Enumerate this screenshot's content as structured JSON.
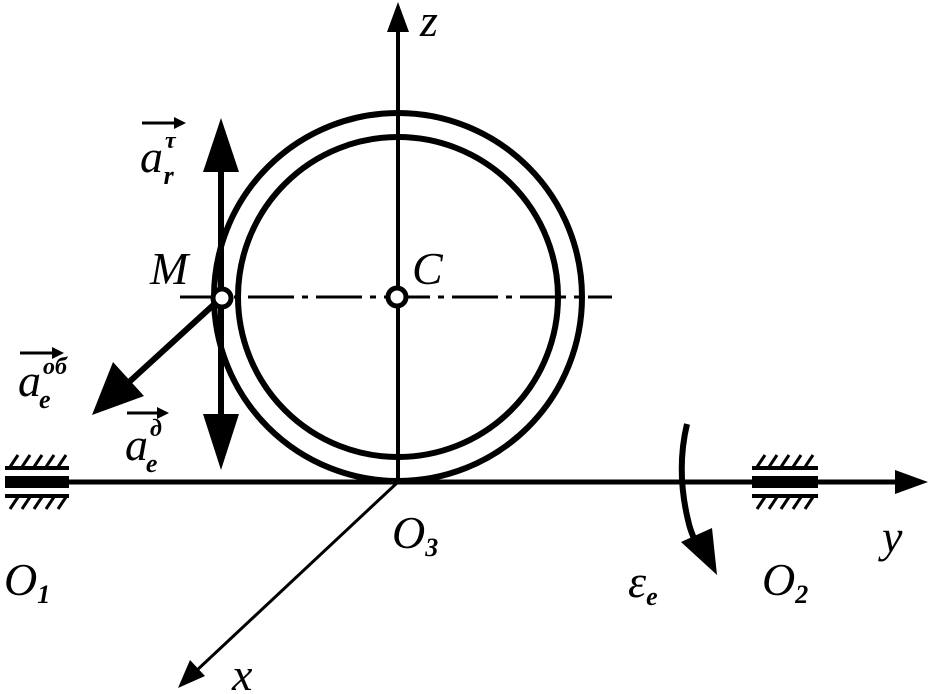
{
  "diagram": {
    "axes": {
      "z": "z",
      "y": "y",
      "x": "x"
    },
    "points": {
      "M": "M",
      "C": "C",
      "O1": {
        "main": "O",
        "sub": "1"
      },
      "O2": {
        "main": "O",
        "sub": "2"
      },
      "O3": {
        "main": "O",
        "sub": "3"
      }
    },
    "vectors": {
      "a_r_tau": {
        "main": "a",
        "sub": "r",
        "sup": "τ"
      },
      "a_e_ob": {
        "main": "a",
        "sub": "e",
        "sup": "об"
      },
      "a_e_d": {
        "main": "a",
        "sub": "e",
        "sup": "д"
      },
      "epsilon_e": {
        "main": "ε",
        "sub": "e"
      }
    },
    "colors": {
      "ink": "#000000",
      "background": "#ffffff"
    }
  }
}
